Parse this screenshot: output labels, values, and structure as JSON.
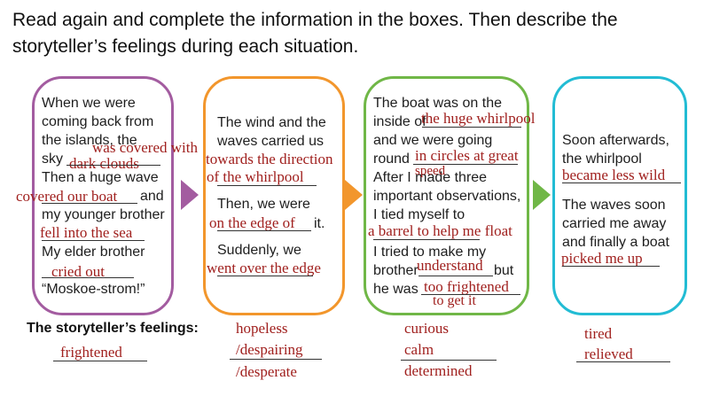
{
  "instruction": {
    "line1": "Read again and complete the information in the boxes. Then describe the",
    "line2": "storyteller’s feelings during each situation."
  },
  "colors": {
    "purple": "#a35ca0",
    "orange": "#f2962c",
    "green": "#70b747",
    "cyan": "#22bcd4",
    "answer": "#a0201e"
  },
  "box1": {
    "t1": "When we were",
    "t2": "coming back from",
    "t3": "the islands, the",
    "t4": "sky",
    "t5": "Then a huge wave",
    "t6": "and",
    "t7": "my younger brother",
    "t8": "My elder brother",
    "t9": "“Moskoe-strom!”",
    "a1": "was covered with",
    "a2": "dark clouds",
    "a3": "covered our boat",
    "a4": "fell into the sea",
    "a5": "cried out"
  },
  "box2": {
    "t1": "The wind and the",
    "t2": "waves carried us",
    "t3": "Then, we were",
    "t4": "it.",
    "t5": "Suddenly, we",
    "a1": "towards the direction",
    "a2": "of the whirlpool",
    "a3": "on the edge of",
    "a4": "went over the edge"
  },
  "box3": {
    "t1": "The boat was on the",
    "t2": "inside of",
    "t3": "and we were going",
    "t4": "round",
    "t5": "After I made three",
    "t6": "important observations,",
    "t7": "I tied myself to",
    "t8": "I tried to make my",
    "t9": "brother",
    "t10": "but",
    "t11": "he was",
    "a1": "the huge whirlpool",
    "a2": "in circles at great",
    "a3": "speed",
    "a4": "a barrel to help me float",
    "a5": "understand",
    "a6": "too frightened",
    "a7": "to get it"
  },
  "box4": {
    "t1": "Soon afterwards,",
    "t2": "the whirlpool",
    "t3": "The waves soon",
    "t4": "carried me away",
    "t5": "and finally a boat",
    "a1": "became less wild",
    "a2": "picked me up"
  },
  "feelings": {
    "label": "The storyteller’s feelings:",
    "f1": "frightened",
    "f2a": "hopeless",
    "f2b": "/despairing",
    "f2c": "/desperate",
    "f3a": "curious",
    "f3b": "calm",
    "f3c": "determined",
    "f4a": "tired",
    "f4b": "relieved"
  }
}
